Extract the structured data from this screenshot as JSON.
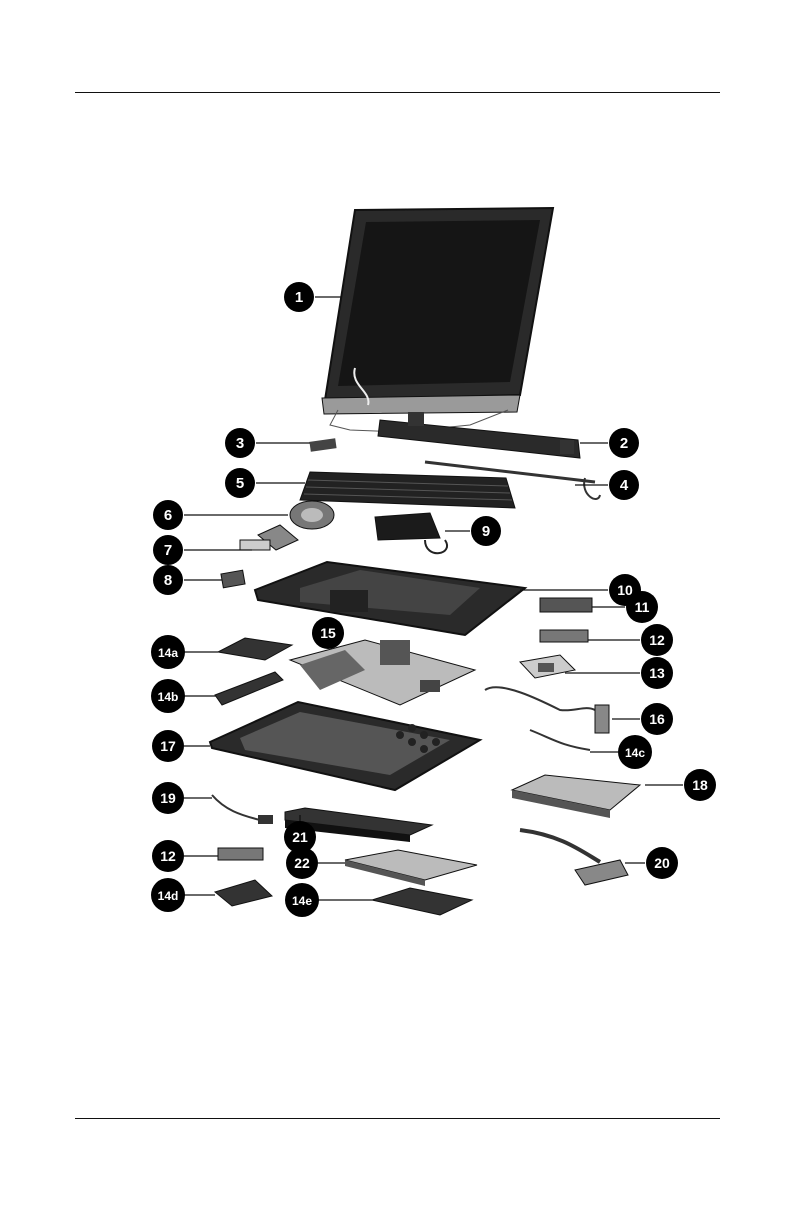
{
  "callouts": {
    "c1": "1",
    "c2": "2",
    "c3": "3",
    "c4": "4",
    "c5": "5",
    "c6": "6",
    "c7": "7",
    "c8": "8",
    "c9": "9",
    "c10": "10",
    "c11": "11",
    "c12a": "12",
    "c13": "13",
    "c14a": "14a",
    "c14b": "14b",
    "c14c": "14c",
    "c14d": "14d",
    "c14e": "14e",
    "c15": "15",
    "c16": "16",
    "c17": "17",
    "c18": "18",
    "c19": "19",
    "c20": "20",
    "c21": "21",
    "c22": "22",
    "c12b": "12"
  },
  "colors": {
    "line": "#111111",
    "part_dark": "#1c1c1c",
    "part_mid": "#6a6a6a",
    "part_light": "#cfcfcf",
    "callout_fill": "#000000"
  }
}
